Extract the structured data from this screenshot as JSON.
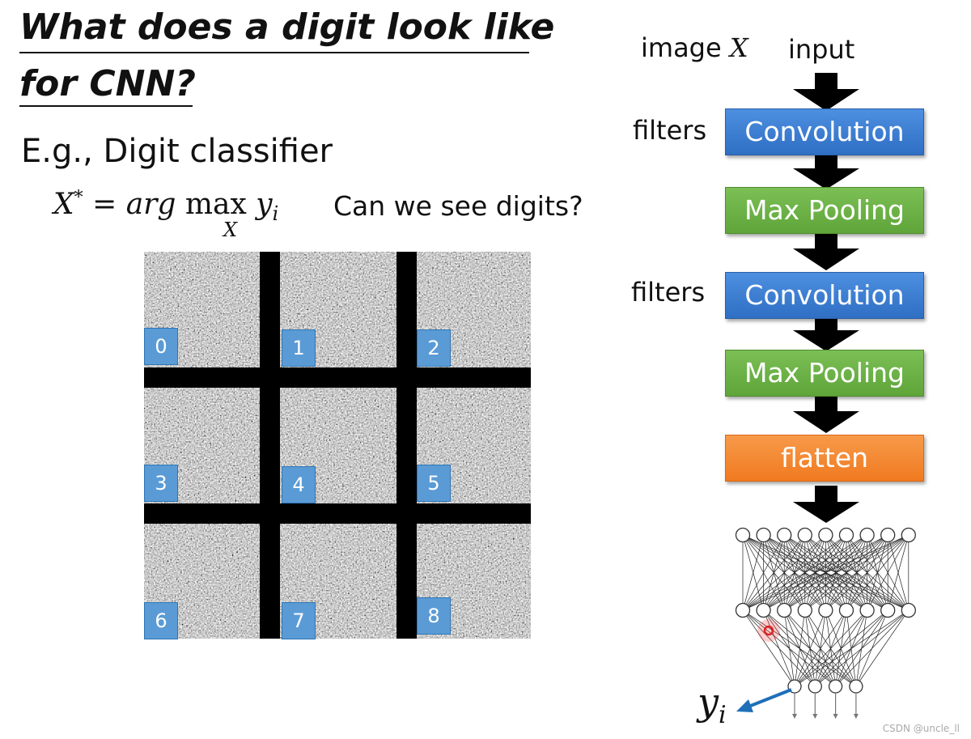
{
  "slide": {
    "title_line1": "What does a digit look like",
    "title_line2": "for CNN?",
    "subtitle": "E.g., Digit classifier",
    "formula": {
      "lhs": "X",
      "sup": "*",
      "eq": " = ",
      "arg": "arg",
      "max": " max ",
      "y": "y",
      "i": "i",
      "under": "X"
    },
    "question": "Can we see digits?",
    "digit_labels": [
      "0",
      "1",
      "2",
      "3",
      "4",
      "5",
      "6",
      "7",
      "8"
    ]
  },
  "pipeline": {
    "image_label": "image ",
    "image_var": "X",
    "input_label": "input",
    "filters_label_1": "filters",
    "filters_label_2": "filters",
    "conv1": "Convolution",
    "pool1": "Max Pooling",
    "conv2": "Convolution",
    "pool2": "Max Pooling",
    "flatten": "flatten",
    "output_y": "y",
    "output_i": "i"
  },
  "colors": {
    "conv": "#2f6fc4",
    "pool": "#5fa53a",
    "flatten": "#f07a20",
    "badge": "#5b9bd5",
    "highlight": "#e02020",
    "arrow_out": "#1e6fb8"
  },
  "watermark": "CSDN @uncle_ll"
}
